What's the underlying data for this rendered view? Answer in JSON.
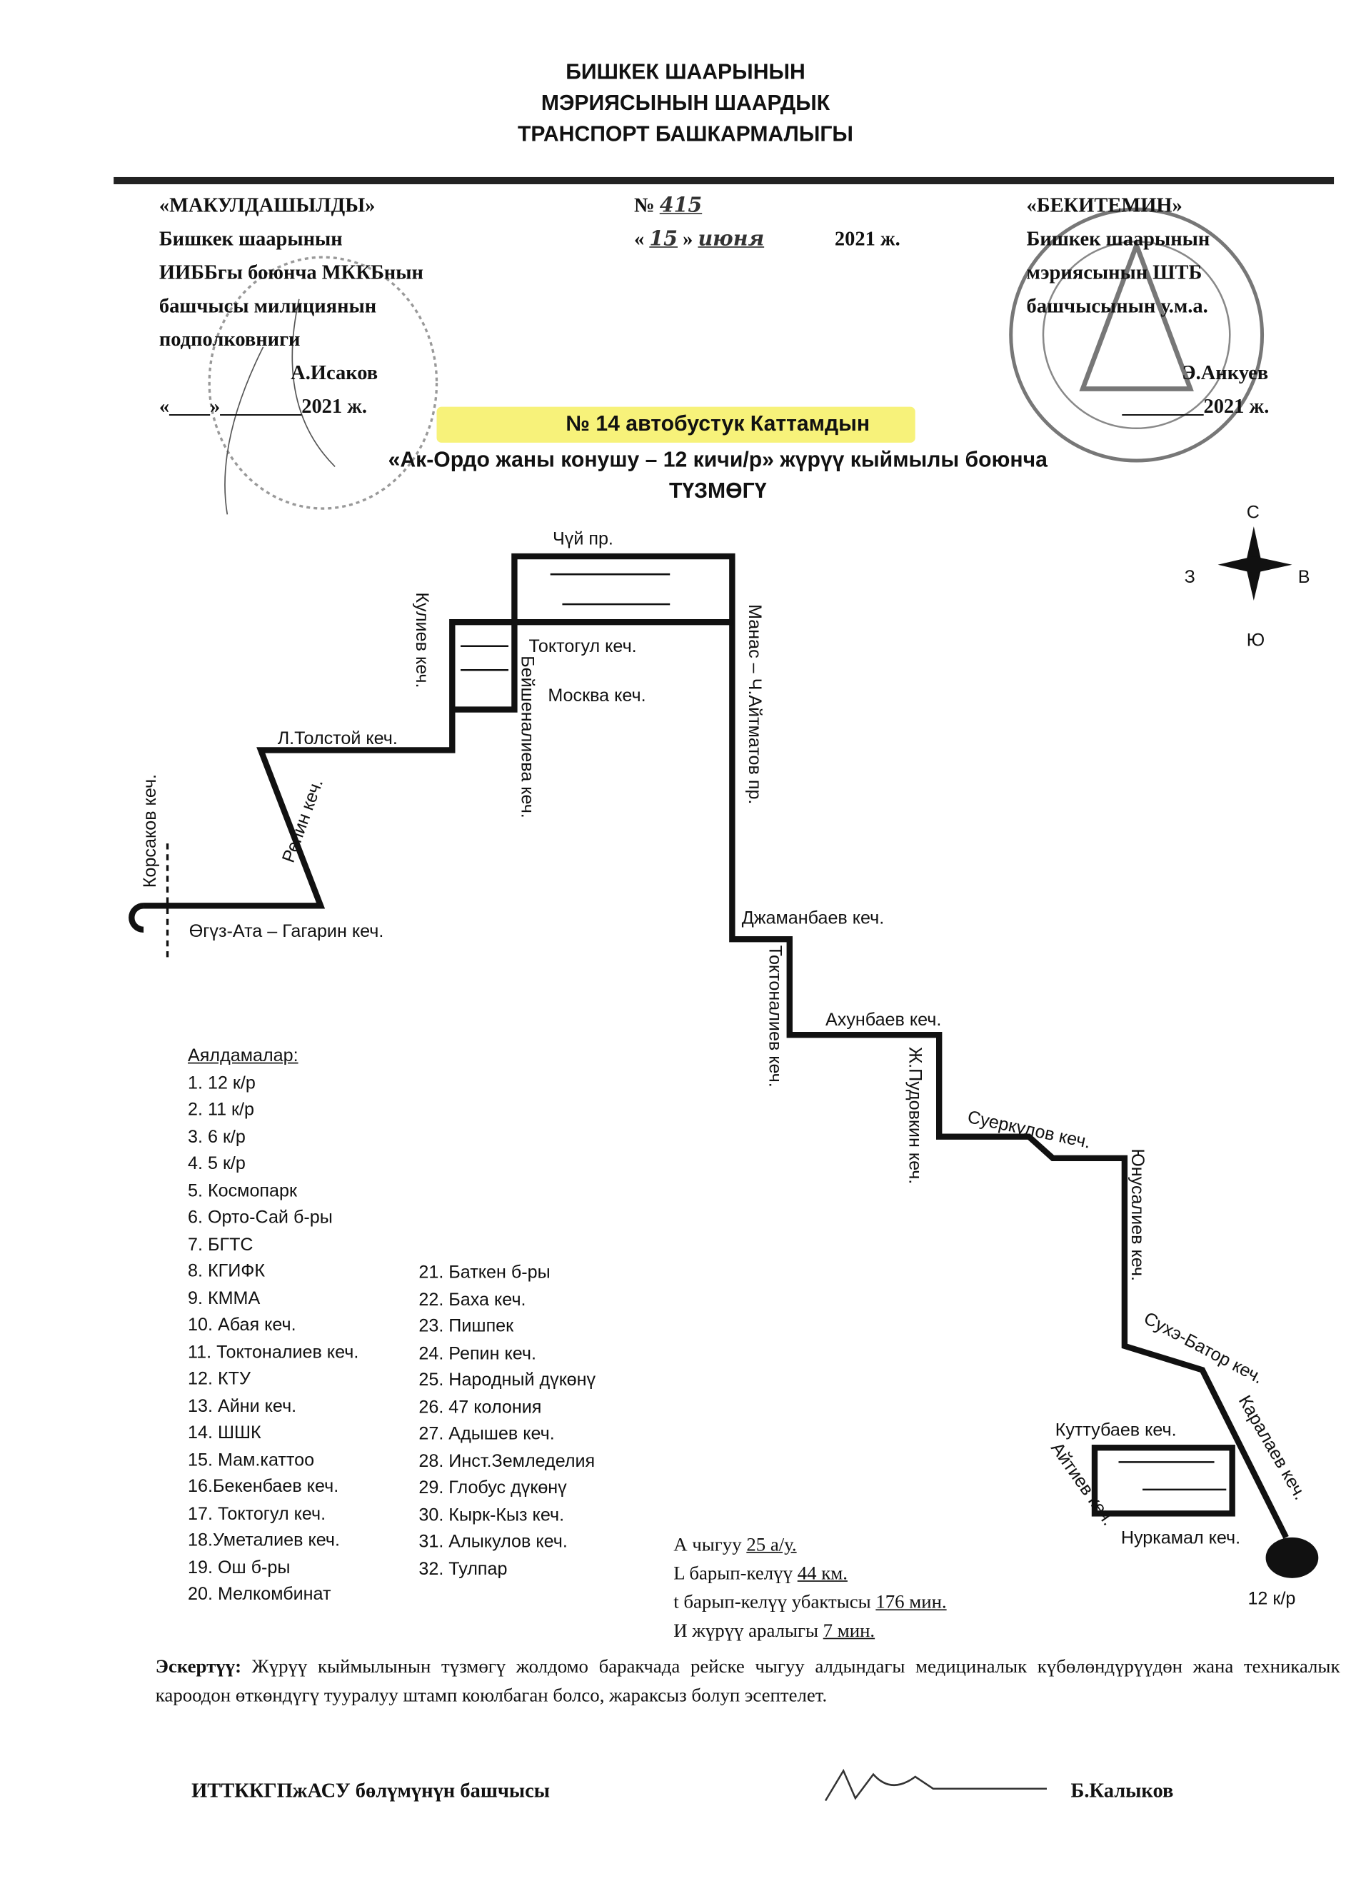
{
  "header": {
    "line1": "БИШКЕК ШААРЫНЫН",
    "line2": "МЭРИЯСЫНЫН ШААРДЫК",
    "line3": "ТРАНСПОРТ БАШКАРМАЛЫГЫ"
  },
  "left_block": {
    "title": "«МАКУЛДАШЫЛДЫ»",
    "lines": [
      "Бишкек шаарынын",
      "ИИББгы боюнча МККБнын",
      "башчысы милициянын",
      "подполковниги"
    ],
    "name": "А.Исаков",
    "date": "«____»________2021 ж."
  },
  "center_block": {
    "number_label": "№",
    "number": "415",
    "date_day": "15",
    "date_month": "июня",
    "date_year": "2021 ж."
  },
  "right_block": {
    "title": "«БЕКИТЕМИН»",
    "lines": [
      "Бишкек шаарынын",
      "мэриясынын ШТБ",
      "башчысынын у.м.а."
    ],
    "name": "Э.Анкуев",
    "date": "________2021 ж."
  },
  "title": {
    "line1": "№ 14 автобустук Каттамдын",
    "line2": "«Ак-Ордо жаны конушу – 12 кичи/р» жүрүү кыймылы боюнча",
    "line3": "ТҮЗМӨГҮ",
    "highlight": "#f7f27a"
  },
  "compass": {
    "n": "С",
    "s": "Ю",
    "w": "З",
    "e": "В"
  },
  "streets": {
    "chuy": "Чүй пр.",
    "kuliev": "Кулиев кеч.",
    "toktogul": "Токтогул кеч.",
    "beyshenalieva": "Бейшеналиева кеч.",
    "moskva": "Москва кеч.",
    "tolstoy": "Л.Толстой кеч.",
    "repin": "Репин кеч.",
    "korsakov": "Корсаков кеч.",
    "gagarin": "Өгүз-Ата – Гагарин кеч.",
    "manas": "Манас – Ч.Айтматов пр.",
    "dzhamanbaev": "Джаманбаев кеч.",
    "toktonaliev": "Токтоналиев кеч.",
    "akhunbaev": "Ахунбаев кеч.",
    "pudovkin": "Ж.Пудовкин кеч.",
    "suerkulov": "Суеркулов кеч.",
    "yunusaliev": "Юнусалиев кеч.",
    "sukhe": "Сухэ-Батор кеч.",
    "karalaev": "Каралаев кеч.",
    "kuttubaev": "Куттубаев кеч.",
    "aytiev": "Айтиев кеч.",
    "nurkamal": "Нуркамал кеч.",
    "end": "12 к/р"
  },
  "stops": {
    "heading": "Аялдамалар:",
    "col1": [
      "1. 12 к/р",
      "2. 11 к/р",
      "3. 6 к/р",
      "4. 5 к/р",
      "5. Космопарк",
      "6. Орто-Сай б-ры",
      "7. БГТС",
      "8. КГИФК",
      "9. КММА",
      "10. Абая кеч.",
      "11. Токтоналиев кеч.",
      "12. КТУ",
      "13. Айни кеч.",
      "14. ШШК",
      "15. Мам.каттоо",
      "16.Бекенбаев кеч.",
      "17. Токтогул кеч.",
      "18.Уметалиев кеч.",
      "19. Ош б-ры",
      "20. Мелкомбинат"
    ],
    "col2": [
      "21. Баткен б-ры",
      "22. Баха кеч.",
      "23. Пишпек",
      "24. Репин кеч.",
      "25. Народный дүкөнү",
      "26. 47 колония",
      "27. Адышев кеч.",
      "28. Инст.Земледелия",
      "29. Глобус дүкөнү",
      "30. Кырк-Кыз кеч.",
      "31. Алыкулов кеч.",
      "32. Тулпар"
    ]
  },
  "params": {
    "a_label": "А чыгуу",
    "a_value": "25 а/у.",
    "l_label": "L барып-келүү",
    "l_value": "44 км.",
    "t_label": "t барып-келүү убактысы",
    "t_value": "176 мин.",
    "i_label": "И жүрүү аралыгы",
    "i_value": "7 мин."
  },
  "note": {
    "label": "Эскертүү:",
    "text": "Жүрүү кыймылынын түзмөгү жолдомо баракчада рейске чыгуу алдындагы медициналык күбөлөндүрүүдөн жана техникалык кароодон өткөндүгү тууралуу штамп коюлбаган болсо, жараксыз болуп эсептелет."
  },
  "footer": {
    "position": "ИТТККГПжАСУ бөлүмүнүн башчысы",
    "name": "Б.Калыков"
  }
}
